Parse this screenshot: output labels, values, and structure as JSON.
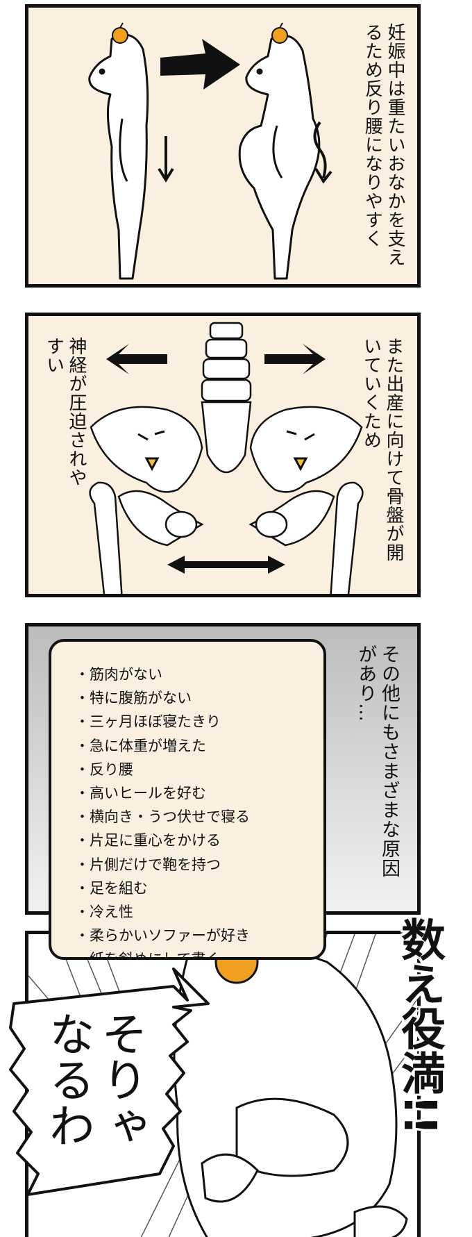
{
  "panel1": {
    "caption": "妊娠中は重たいおなかを支えるため反り腰になりやすく"
  },
  "panel2": {
    "caption_right": "また出産に向けて骨盤が開いていくため",
    "caption_left": "神経が圧迫されやすい"
  },
  "panel3": {
    "caption": "その他にもさまざまな原因があり…",
    "causes": [
      "筋肉がない",
      "特に腹筋がない",
      "三ヶ月ほぼ寝たきり",
      "急に体重が増えた",
      "反り腰",
      "高いヒールを好む",
      "横向き・うつ伏せで寝る",
      "片足に重心をかける",
      "片側だけで鞄を持つ",
      "足を組む",
      "冷え性",
      "柔らかいソファーが好き",
      "紙を斜めにして書く"
    ]
  },
  "panel4": {
    "speech": "そりゃなるわ",
    "shout": "数え役満!!"
  },
  "colors": {
    "panel_bg": "#fbf0df",
    "ink": "#111111",
    "orange": "#f0a020"
  }
}
